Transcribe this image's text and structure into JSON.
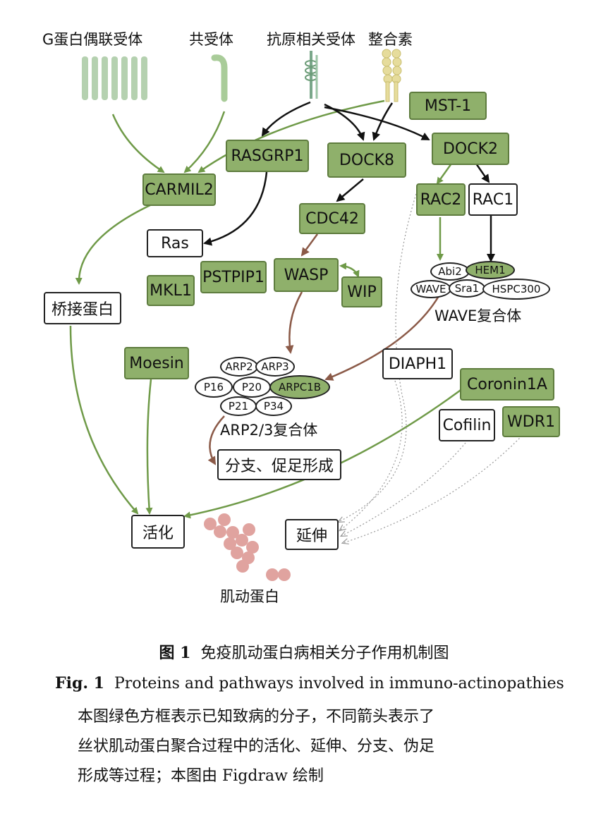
{
  "receptors": {
    "gpcr": "G蛋白偶联受体",
    "coreceptor": "共受体",
    "antigen": "抗原相关受体",
    "integrin": "整合素"
  },
  "nodes": {
    "mst1": "MST-1",
    "rasgrp1": "RASGRP1",
    "dock8": "DOCK8",
    "dock2": "DOCK2",
    "carmil2": "CARMIL2",
    "rac2": "RAC2",
    "rac1": "RAC1",
    "cdc42": "CDC42",
    "ras": "Ras",
    "mkl1": "MKL1",
    "pstpip1": "PSTPIP1",
    "wasp": "WASP",
    "wip": "WIP",
    "bridge": "桥接蛋白",
    "moesin": "Moesin",
    "diaph1": "DIAPH1",
    "coronin1a": "Coronin1A",
    "cofilin": "Cofilin",
    "wdr1": "WDR1",
    "branch": "分支、促足形成",
    "activation": "活化",
    "elongation": "延伸"
  },
  "wave_complex": {
    "label": "WAVE复合体",
    "abi2": "Abi2",
    "hem1": "HEM1",
    "wave": "WAVE",
    "sra1": "Sra1",
    "hspc300": "HSPC300"
  },
  "arp_complex": {
    "label": "ARP2/3复合体",
    "arp2": "ARP2",
    "arp3": "ARP3",
    "p16": "P16",
    "p20": "P20",
    "arpc1b": "ARPC1B",
    "p21": "P21",
    "p34": "P34"
  },
  "actin_label": "肌动蛋白",
  "colors": {
    "known_pathogenic": "#8fb06b",
    "green_arrow": "#6f9a48",
    "brown_arrow": "#8b5a48",
    "black_arrow": "#111111",
    "actin": "#e0a39f",
    "receptor": "#b5d1b0",
    "integrin": "#e6dc9c"
  },
  "caption": {
    "fig_cn_num": "图 1",
    "fig_cn_title": "免疫肌动蛋白病相关分子作用机制图",
    "fig_en_num": "Fig. 1",
    "fig_en_title": "Proteins and pathways involved in immuno-actinopathies",
    "note_line1": "本图绿色方框表示已知致病的分子，不同箭头表示了",
    "note_line2": "丝状肌动蛋白聚合过程中的活化、延伸、分支、伪足",
    "note_line3": "形成等过程；本图由 Figdraw 绘制"
  }
}
